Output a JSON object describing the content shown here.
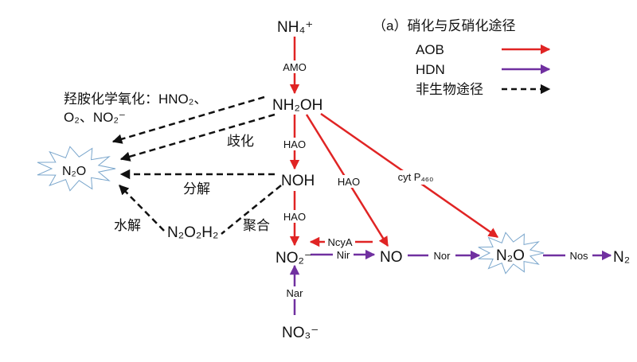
{
  "legend": {
    "title": "（a）硝化与反硝化途径",
    "items": [
      {
        "label": "AOB",
        "color": "#e02424",
        "style": "solid"
      },
      {
        "label": "HDN",
        "color": "#7030a0",
        "style": "solid"
      },
      {
        "label": "非生物途径",
        "color": "#111111",
        "style": "dashed"
      }
    ]
  },
  "species": {
    "nh4": "NH₄⁺",
    "nh2oh": "NH₂OH",
    "noh": "NOH",
    "no2": "NO₂⁻",
    "no3": "NO₃⁻",
    "no": "NO",
    "n2o_right": "N₂O",
    "n2": "N₂",
    "n2o_left": "N₂O",
    "n2o2h2": "N₂O₂H₂"
  },
  "enzymes": {
    "amo": "AMO",
    "hao1": "HAO",
    "hao2": "HAO",
    "hao3": "HAO",
    "cyt": "cyt P₄₆₀",
    "ncya": "NcyA",
    "nir": "Nir",
    "nor": "Nor",
    "nos": "Nos",
    "nar": "Nar"
  },
  "abiotic": {
    "chem_ox_line1": "羟胺化学氧化：HNO₂、",
    "chem_ox_line2": "O₂、NO₂⁻",
    "disproportionation": "歧化",
    "decomposition": "分解",
    "hydrolysis": "水解",
    "polymerization": "聚合"
  }
}
